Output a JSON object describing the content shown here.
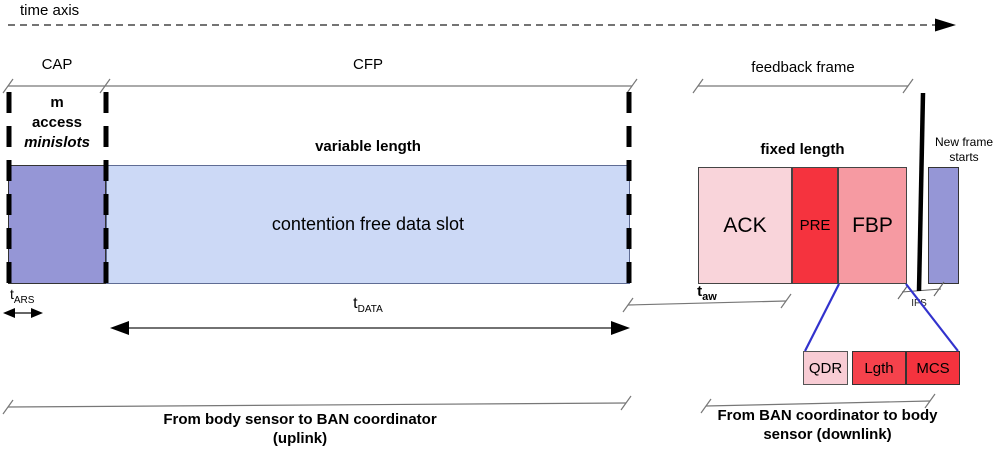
{
  "title": "time axis",
  "sections": {
    "cap": "CAP",
    "cfp": "CFP",
    "feedback_frame": "feedback frame"
  },
  "uplink_frame": {
    "minislots_caption": {
      "line1": "m",
      "line2": "access",
      "line3": "minislots"
    },
    "cfp_caption": "variable length",
    "data_slot_label": "contention free data slot"
  },
  "feedback_frame": {
    "caption": "fixed length",
    "ack": "ACK",
    "pre": "PRE",
    "fbp": "FBP",
    "subfields": {
      "qdr": "QDR",
      "lgth": "Lgth",
      "mcs": "MCS"
    }
  },
  "new_frame": {
    "line1": "New frame",
    "line2": "starts"
  },
  "timings": {
    "t_ars": {
      "base": "t",
      "sub": "ARS"
    },
    "t_data": {
      "base": "t",
      "sub": "DATA"
    },
    "t_aw": {
      "base": "t",
      "sub": "aw"
    },
    "ifs": "IFS"
  },
  "directions": {
    "uplink_line1": "From body sensor to BAN coordinator",
    "uplink_line2": "(uplink)",
    "downlink_line1": "From BAN coordinator to body",
    "downlink_line2": "sensor (downlink)"
  },
  "colors": {
    "minislot_purple": "#9596d6",
    "data_slot_blue": "#ccd9f6",
    "ack_pink": "#f9d4da",
    "pre_red": "#f5333e",
    "fbp_salmon": "#f69aa2",
    "qdr_pink": "#f8ccd4",
    "lgth_red": "#f5424c",
    "mcs_red": "#f4333e",
    "connector_blue": "#3232cd"
  }
}
